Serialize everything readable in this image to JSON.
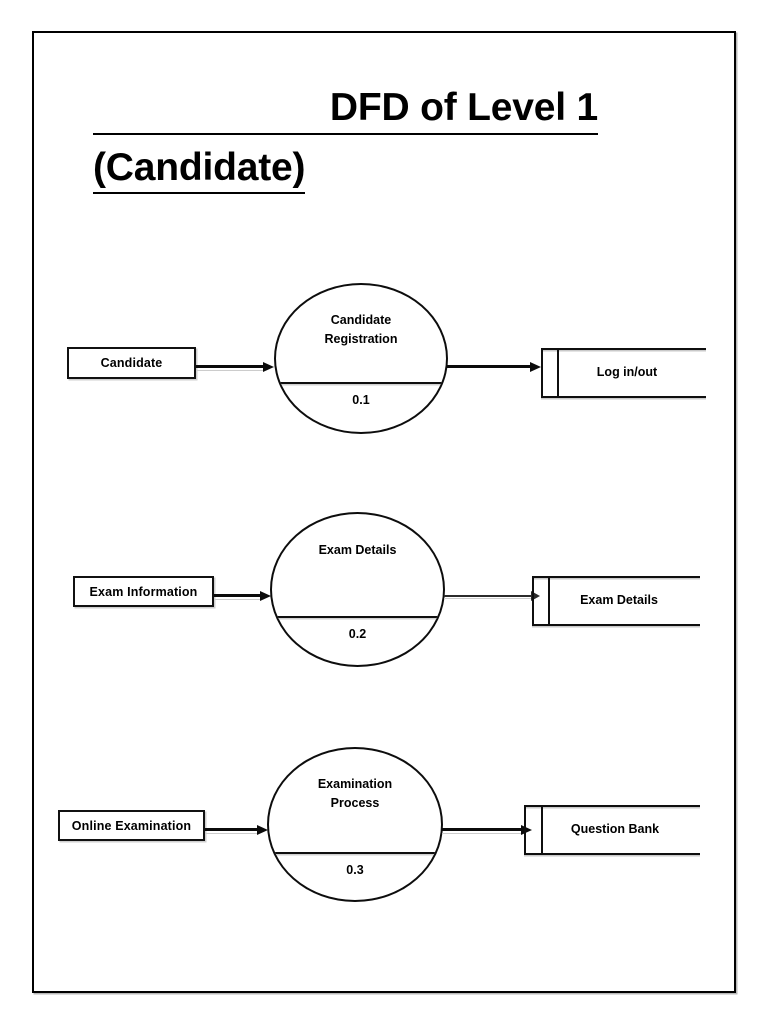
{
  "document": {
    "title_line_1": "DFD of Level 1",
    "title_line_2": "(Candidate)",
    "diagram_type": "Data Flow Diagram",
    "level": "1"
  },
  "diagram": {
    "rows": [
      {
        "entity": "Candidate",
        "process_name_line_1": "Candidate",
        "process_name_line_2": "Registration",
        "process_id": "0.1",
        "datastore": "Log in/out"
      },
      {
        "entity": "Exam Information",
        "process_name_line_1": "Exam Details",
        "process_name_line_2": "",
        "process_id": "0.2",
        "datastore": "Exam Details"
      },
      {
        "entity": "Online Examination",
        "process_name_line_1": "Examination",
        "process_name_line_2": "Process",
        "process_id": "0.3",
        "datastore": "Question Bank"
      }
    ]
  },
  "colors": {
    "stroke": "#0f0f0f",
    "background": "#ffffff",
    "shadow": "#c9c9c9"
  }
}
